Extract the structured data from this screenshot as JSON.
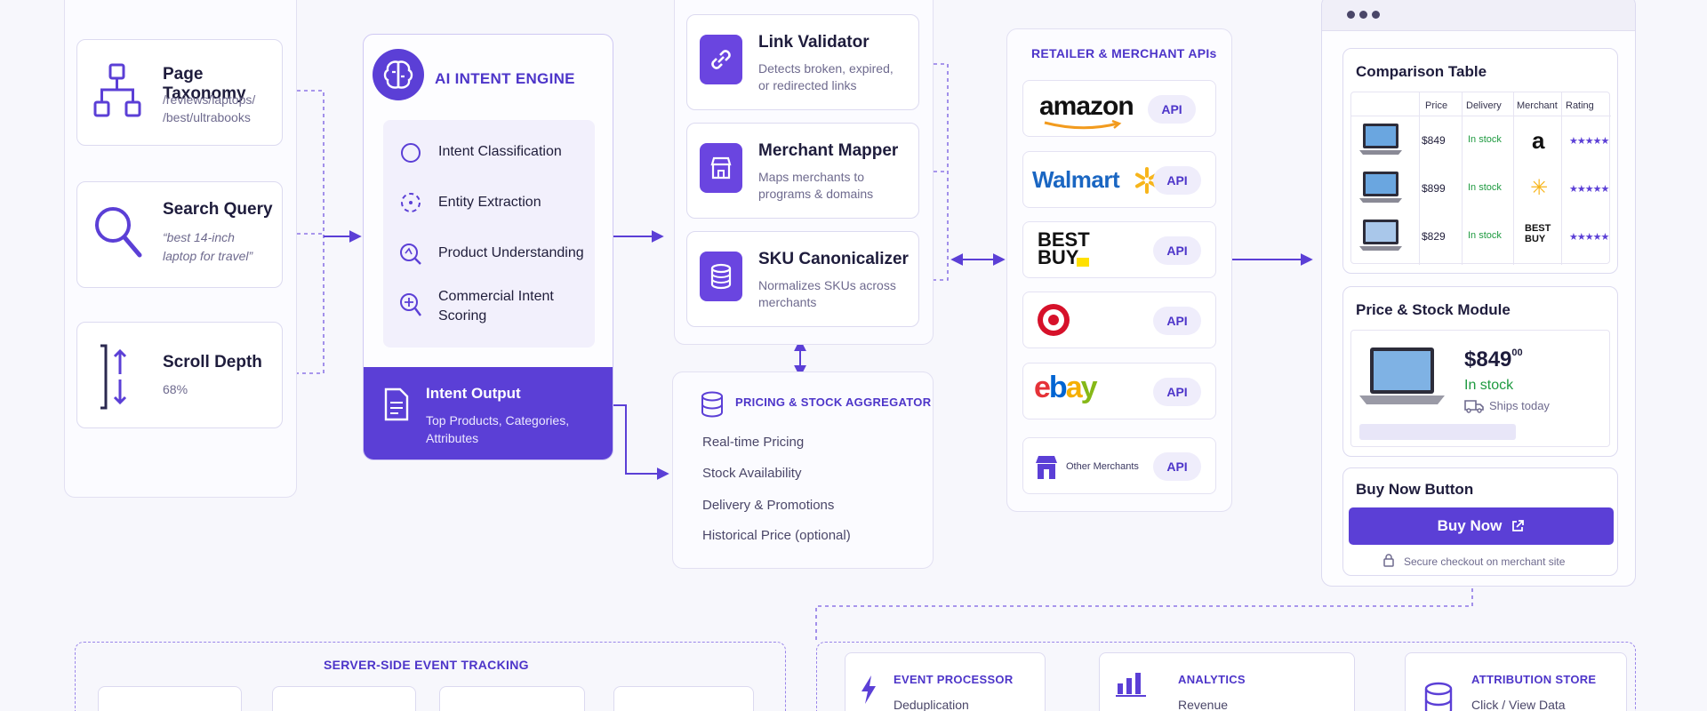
{
  "inputs": {
    "page_taxonomy": {
      "title": "Page Taxonomy",
      "line1": "/reviews/laptops/",
      "line2": "/best/ultrabooks"
    },
    "search_query": {
      "title": "Search Query",
      "line1": "“best 14-inch",
      "line2": "laptop for travel”"
    },
    "scroll_depth": {
      "title": "Scroll Depth",
      "value": "68%"
    }
  },
  "engine": {
    "title": "AI INTENT ENGINE",
    "items": [
      "Intent Classification",
      "Entity Extraction",
      "Product Understanding",
      "Commercial Intent",
      "Scoring"
    ],
    "output_title": "Intent Output",
    "output_line1": "Top Products, Categories,",
    "output_line2": "Attributes"
  },
  "services": {
    "link_validator": {
      "title": "Link Validator",
      "line1": "Detects broken, expired,",
      "line2": "or redirected links"
    },
    "merchant_mapper": {
      "title": "Merchant Mapper",
      "line1": "Maps merchants to",
      "line2": "programs & domains"
    },
    "sku": {
      "title": "SKU Canonicalizer",
      "line1": "Normalizes SKUs across",
      "line2": "merchants"
    }
  },
  "aggregator": {
    "title": "PRICING & STOCK AGGREGATOR",
    "items": [
      "Real-time Pricing",
      "Stock Availability",
      "Delivery & Promotions",
      "Historical Price (optional)"
    ]
  },
  "apis": {
    "title": "RETAILER & MERCHANT APIs",
    "pill": "API",
    "walmart": "Walmart",
    "best": "BEST",
    "buy": "BUY",
    "other": "Other Merchants"
  },
  "widget": {
    "comparison_title": "Comparison Table",
    "headers": [
      "Price",
      "Delivery",
      "Merchant",
      "Rating"
    ],
    "rows": [
      {
        "price": "$849",
        "delivery": "In stock",
        "merchant": "a",
        "rating": "★★★★★"
      },
      {
        "price": "$899",
        "delivery": "In stock",
        "merchant": "✳",
        "rating": "★★★★★"
      },
      {
        "price": "$829",
        "delivery": "In stock",
        "merchant": "BEST BUY",
        "rating": "★★★★★"
      }
    ],
    "price_module_title": "Price & Stock Module",
    "price_main": "$849",
    "price_cents": "00",
    "price_stock": "In stock",
    "ships": "Ships today",
    "buy_title": "Buy Now Button",
    "buy_label": "Buy Now",
    "secure": "Secure checkout on merchant site"
  },
  "bottom": {
    "tracking_title": "SERVER-SIDE EVENT TRACKING",
    "event_processor": {
      "title": "EVENT PROCESSOR",
      "sub": "Deduplication"
    },
    "analytics": {
      "title": "ANALYTICS",
      "sub": "Revenue"
    },
    "attribution": {
      "title": "ATTRIBUTION STORE",
      "sub": "Click / View Data"
    }
  },
  "colors": {
    "accent": "#5b3fd6",
    "amazon_orange": "#f29b1e",
    "walmart_blue": "#1a66c2",
    "walmart_yellow": "#f7b51b",
    "target_red": "#d6112a",
    "bestbuy_yellow": "#ffe000"
  }
}
